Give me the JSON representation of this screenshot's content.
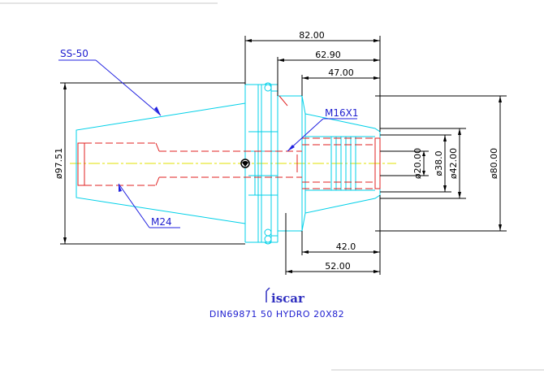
{
  "dimensions": {
    "overall_length": "82.00",
    "length_2": "62.90",
    "length_3": "47.00",
    "bore_depth": "42.0",
    "length_4": "52.00",
    "dia_flange": "ø97.51",
    "dia_body": "ø80.00",
    "dia_42": "ø42.00",
    "dia_38": "ø38.0",
    "dia_bore": "ø20.00"
  },
  "labels": {
    "taper": "SS-50",
    "thread_rear": "M24",
    "thread_screw": "M16X1"
  },
  "title_block": {
    "logo": "iscar",
    "description": "DIN69871 50 HYDRO 20X82"
  },
  "colors": {
    "outline": "#00d0e8",
    "hidden": "#e02020",
    "centerline": "#e0e000",
    "dimension": "#000000",
    "annotation": "#2020e0"
  }
}
